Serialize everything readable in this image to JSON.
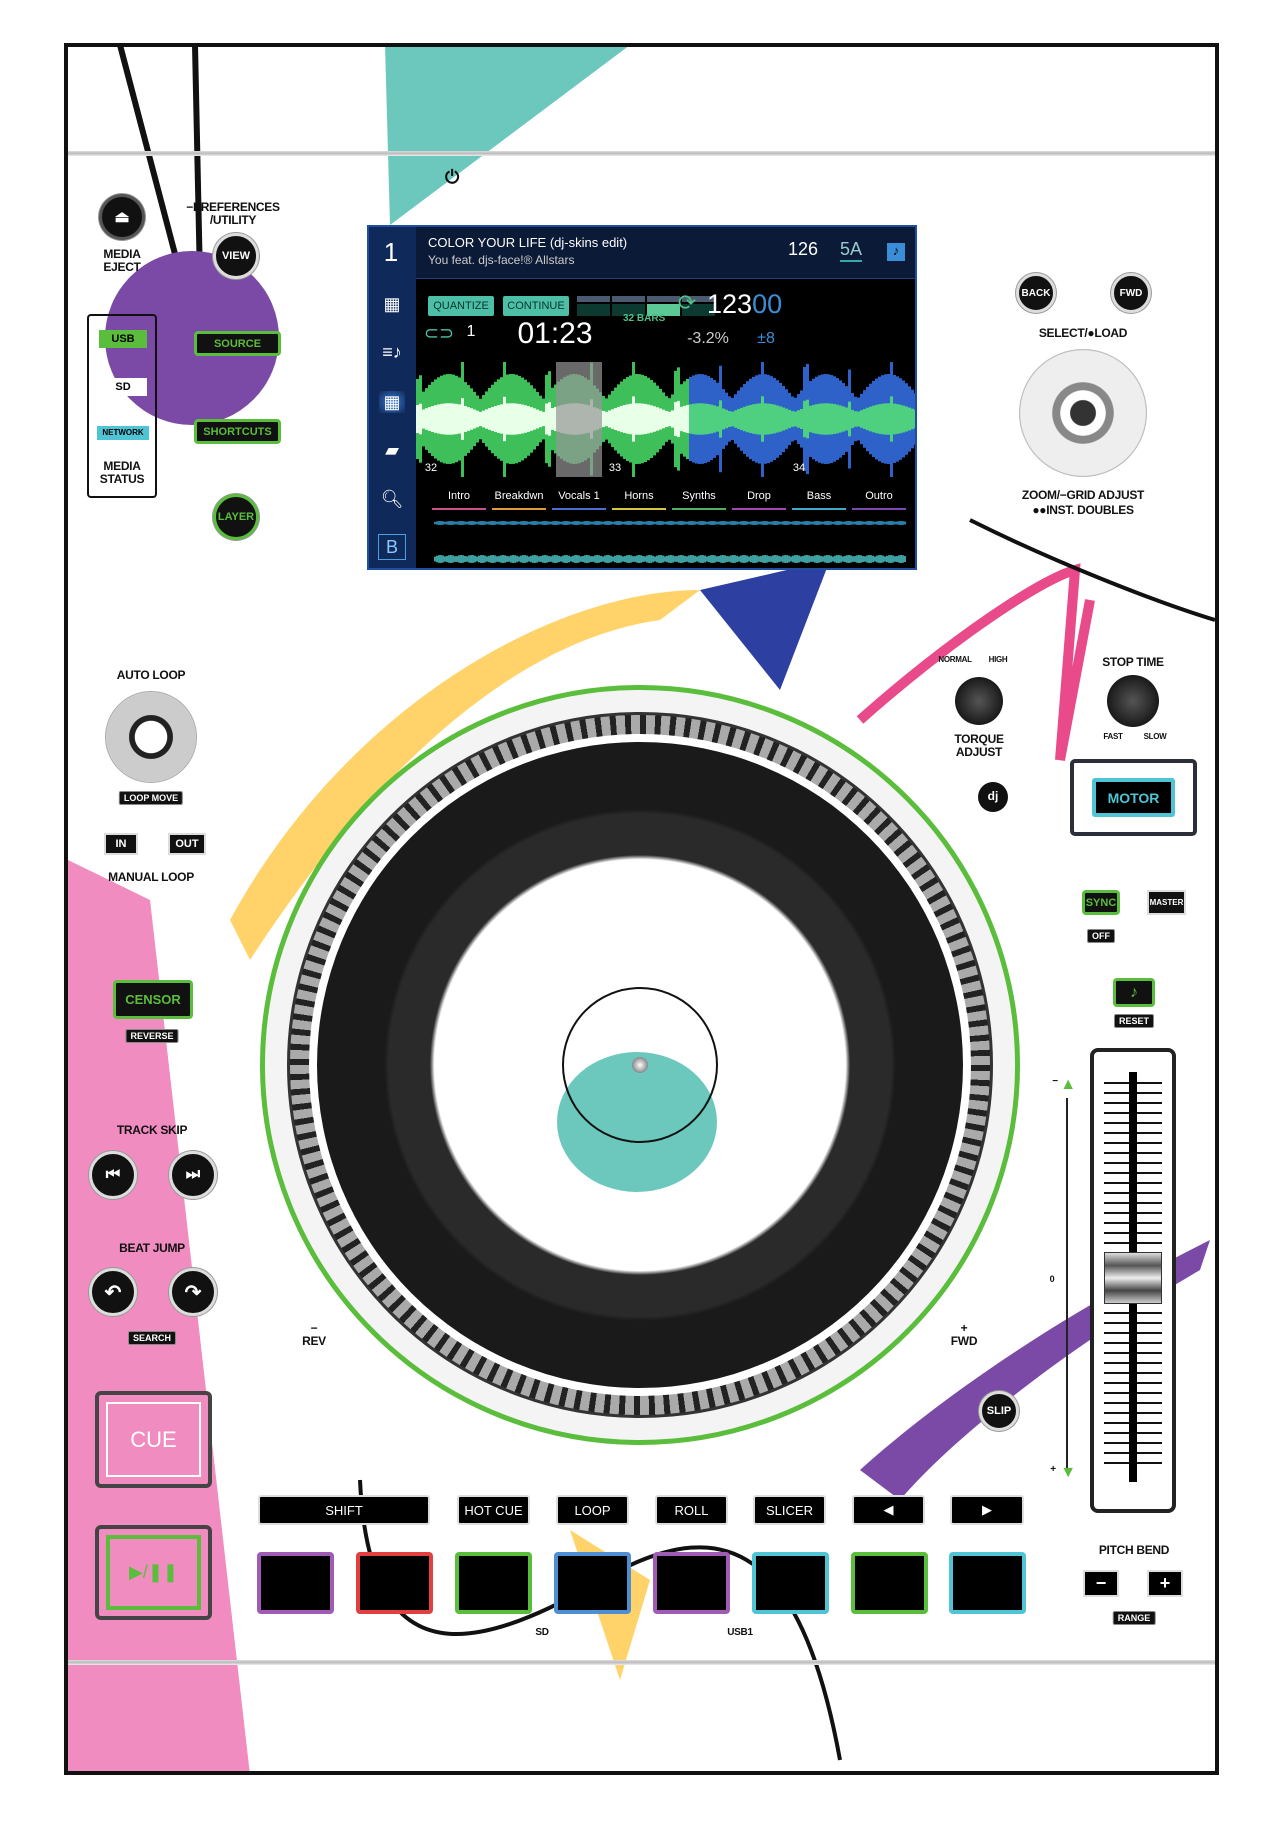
{
  "colors": {
    "purple": "#7a4aa6",
    "pink": "#e84a8a",
    "teal": "#6cc8bd",
    "yellow": "#ffd36a",
    "blue": "#2d3fa0",
    "green": "#5bbd3c",
    "cyan": "#4fc4d4",
    "red": "#e2403e",
    "pad_blue": "#4d8fd0",
    "pad_purple": "#a05bb5"
  },
  "top_left": {
    "media_eject": "MEDIA\nEJECT",
    "preferences": "−PREFERENCES\n/UTILITY",
    "view": "VIEW",
    "media_status": {
      "usb": "USB",
      "sd": "SD",
      "network": "NETWORK",
      "label": "MEDIA\nSTATUS"
    },
    "source": "SOURCE",
    "shortcuts": "SHORTCUTS",
    "layer": "LAYER"
  },
  "top_right": {
    "back": "BACK",
    "fwd": "FWD",
    "select_load": "SELECT/●LOAD",
    "zoom_grid": "ZOOM/−GRID ADJUST",
    "inst_doubles": "●●INST. DOUBLES"
  },
  "screen": {
    "deck": "1",
    "title": "COLOR YOUR LIFE (dj-skins edit)",
    "artist": "You feat. djs-face!® Allstars",
    "bpm": "126",
    "key": "5A",
    "quantize": "QUANTIZE",
    "continue": "CONTINUE",
    "bars": "32 BARS",
    "tempo_main": "123",
    "tempo_dec": "00",
    "loop_count": "1",
    "time": "01:23",
    "pitch": "-3.2%",
    "range": "±8",
    "beats": [
      "32",
      "33",
      "34"
    ],
    "layer": "B",
    "sections": [
      {
        "label": "Intro",
        "color": "#c9508a"
      },
      {
        "label": "Breakdwn",
        "color": "#e09a3a"
      },
      {
        "label": "Vocals 1",
        "color": "#4a6fd0"
      },
      {
        "label": "Horns",
        "color": "#d8c640"
      },
      {
        "label": "Synths",
        "color": "#4fb060"
      },
      {
        "label": "Drop",
        "color": "#a04ab0"
      },
      {
        "label": "Bass",
        "color": "#40a8c8"
      },
      {
        "label": "Outro",
        "color": "#7a4ab0"
      }
    ],
    "sidebar_icons": [
      "crates-icon",
      "playlist-icon",
      "library-icon",
      "folder-icon",
      "search-icon"
    ]
  },
  "left": {
    "auto_loop": "AUTO LOOP",
    "loop_move": "LOOP MOVE",
    "in": "IN",
    "out": "OUT",
    "manual_loop": "MANUAL LOOP",
    "censor": "CENSOR",
    "reverse": "REVERSE",
    "track_skip": "TRACK SKIP",
    "beat_jump": "BEAT JUMP",
    "search": "SEARCH",
    "cue": "CUE",
    "play_pause": "▶/❚❚"
  },
  "right": {
    "normal": "NORMAL",
    "high": "HIGH",
    "torque": "TORQUE\nADJUST",
    "stop_time": "STOP TIME",
    "fast": "FAST",
    "slow": "SLOW",
    "motor": "MOTOR",
    "sync": "SYNC",
    "master": "MASTER",
    "off": "OFF",
    "reset": "RESET",
    "slip": "SLIP",
    "pitch_bend": "PITCH BEND",
    "minus": "−",
    "plus": "+",
    "range": "RANGE",
    "fader_zero": "0",
    "fader_minus": "−",
    "fader_plus": "+"
  },
  "platter": {
    "rev": "−\nREV",
    "fwd": "+\nFWD"
  },
  "pad_modes": [
    "SHIFT",
    "HOT CUE",
    "LOOP",
    "ROLL",
    "SLICER",
    "◀",
    "▶"
  ],
  "pads": [
    "#a05bb5",
    "#e2403e",
    "#5bbd3c",
    "#4d8fd0",
    "#a05bb5",
    "#4fc4d4",
    "#5bbd3c",
    "#4fc4d4"
  ],
  "bottom": {
    "sd": "SD",
    "usb1": "USB1"
  }
}
